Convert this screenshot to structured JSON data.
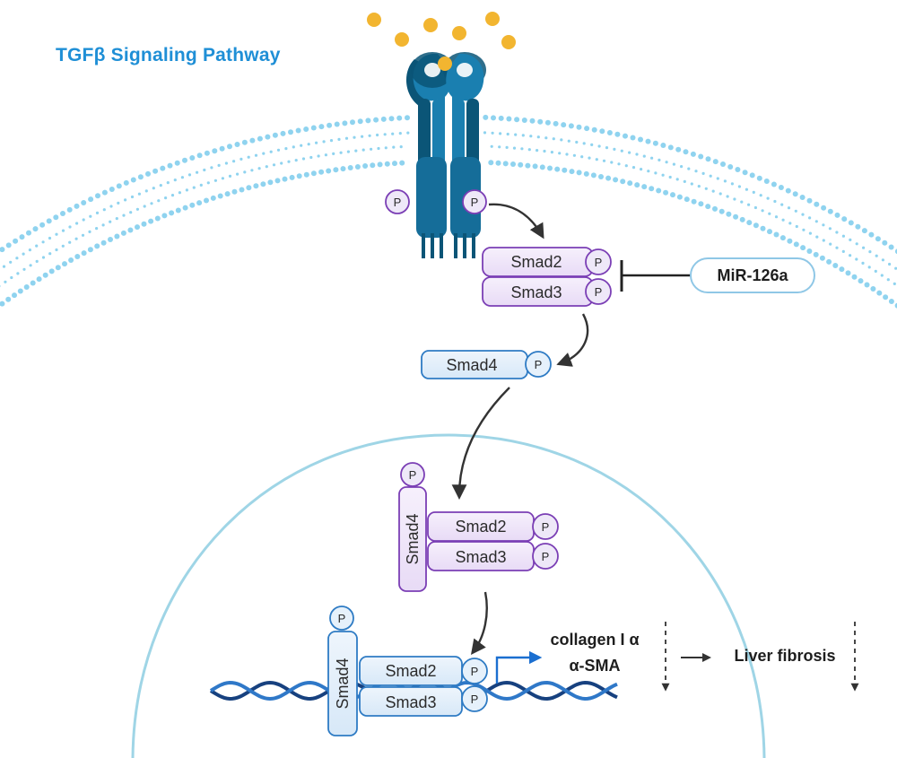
{
  "title": "TGFβ Signaling Pathway",
  "phospho_label": "P",
  "proteins": {
    "smad2": "Smad2",
    "smad3": "Smad3",
    "smad4": "Smad4"
  },
  "inhibitor": "MiR-126a",
  "targets": [
    "collagen I α",
    "α-SMA"
  ],
  "outcome": "Liver fibrosis",
  "colors": {
    "title": "#1f8fd6",
    "membrane": "#8fd3ef",
    "nucleus": "#9fd5e6",
    "receptor_dark": "#0b5577",
    "receptor_mid": "#1a7fb0",
    "ligand": "#f2b530",
    "smad23_border": "#7b3fb5",
    "smad23_fill": "#f0e8fa",
    "smad4_border": "#2e7bc4",
    "smad4_fill": "#e6f1fb",
    "dna_dark": "#17417f",
    "dna_light": "#2f78c8",
    "arrow": "#333333",
    "transcription_arrow": "#1b6fd0"
  }
}
